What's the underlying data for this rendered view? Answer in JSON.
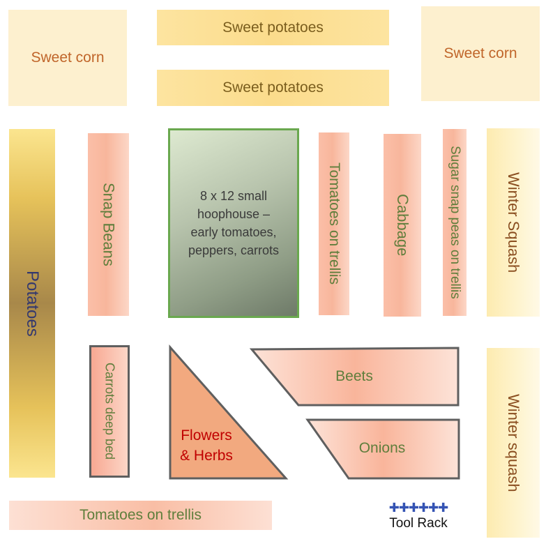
{
  "beds": {
    "sweet_corn_left": "Sweet corn",
    "sweet_potatoes_top": "Sweet potatoes",
    "sweet_potatoes_bottom": "Sweet potatoes",
    "sweet_corn_right": "Sweet corn",
    "potatoes": "Potatoes",
    "snap_beans": "Snap Beans",
    "hoophouse": [
      "8 x 12 small",
      "hoophouse –",
      "early tomatoes,",
      "peppers, carrots"
    ],
    "tomatoes_trellis_vertical": "Tomatoes on trellis",
    "cabbage": "Cabbage",
    "sugar_snap_peas": "Sugar snap peas on trellis",
    "winter_squash_upper": "Winter Squash",
    "carrots_deep_bed": "Carrots deep bed",
    "flowers_herbs": [
      "Flowers",
      "& Herbs"
    ],
    "beets": "Beets",
    "onions": "Onions",
    "winter_squash_lower": "Winter squash",
    "tomatoes_trellis_bottom": "Tomatoes on trellis"
  },
  "tool_rack": {
    "label": "Tool Rack",
    "markers": "✚✚✚✚✚✚"
  },
  "colors": {
    "green_text": "#5f7e3c",
    "flowers_text": "#c00000",
    "hoophouse_border": "#6aa84f",
    "outline_gray": "#5f5f5f"
  }
}
